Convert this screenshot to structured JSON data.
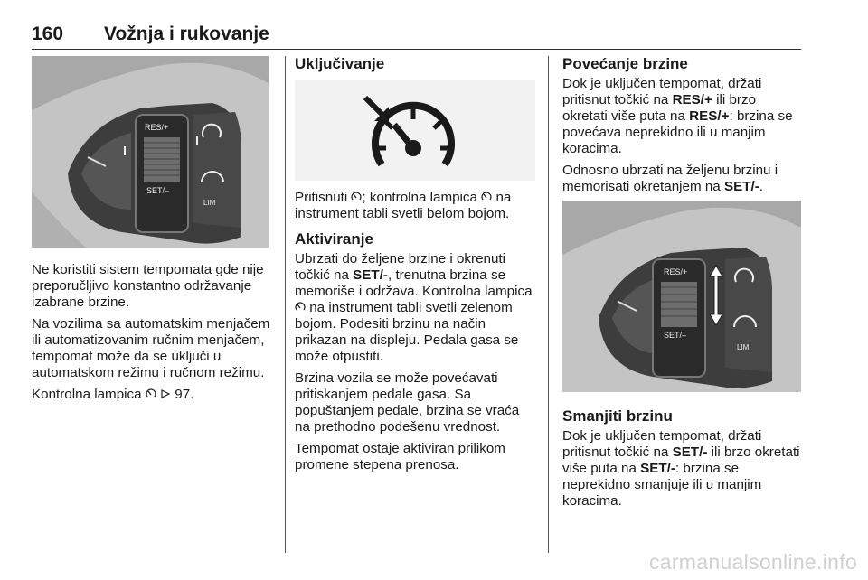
{
  "header": {
    "page_number": "160",
    "title": "Vožnja i rukovanje"
  },
  "figures": {
    "wheel_controls": {
      "res_label": "RES/+",
      "set_label": "SET/–",
      "lim_label": "LIM"
    },
    "speedometer_icon": "cruise-control-icon"
  },
  "col1": {
    "p1": "Ne koristiti sistem tempomata gde nije preporučljivo konstantno održavanje izabrane brzine.",
    "p2": "Na vozilima sa automatskim menjačem ili automatizovanim ručnim menjačem, tempomat može da se uključi u automatskom režimu i ručnom režimu.",
    "p3_a": "Kontrolna lampica",
    "p3_b": "97."
  },
  "col2": {
    "h_uklj": "Uključivanje",
    "p1_a": "Pritisnuti",
    "p1_b": "; kontrolna lampica",
    "p1_c": "na instrument tabli svetli belom bojom.",
    "h_aktiv": "Aktiviranje",
    "p2_a": "Ubrzati do željene brzine i okrenuti točkić na",
    "p2_b": "SET/-",
    "p2_c": ", trenutna brzina se memoriše i održava. Kontrolna lampica",
    "p2_d": "na instrument tabli svetli zelenom bojom. Podesiti brzinu na način prikazan na displeju. Pedala gasa se može otpustiti.",
    "p3": "Brzina vozila se može povećavati pritiskanjem pedale gasa. Sa popuštanjem pedale, brzina se vraća na prethodno podešenu vrednost.",
    "p4": "Tempomat ostaje aktiviran prilikom promene stepena prenosa."
  },
  "col3": {
    "h_pov": "Povećanje brzine",
    "p1_a": "Dok je uključen tempomat, držati pritisnut točkić na",
    "p1_b": "RES/+",
    "p1_c": "ili brzo okretati više puta na",
    "p1_d": "RES/+",
    "p1_e": ": brzina se povećava neprekidno ili u manjim koracima.",
    "p2_a": "Odnosno ubrzati na željenu brzinu i memorisati okretanjem na",
    "p2_b": "SET/-",
    "p2_c": ".",
    "h_sman": "Smanjiti brzinu",
    "p3_a": "Dok je uključen tempomat, držati pritisnut točkić na",
    "p3_b": "SET/-",
    "p3_c": "ili brzo okretati više puta na",
    "p3_d": "SET/-",
    "p3_e": ": brzina se neprekidno smanjuje ili u manjim koracima."
  },
  "footer": {
    "watermark": "carmanualsonline.info"
  }
}
